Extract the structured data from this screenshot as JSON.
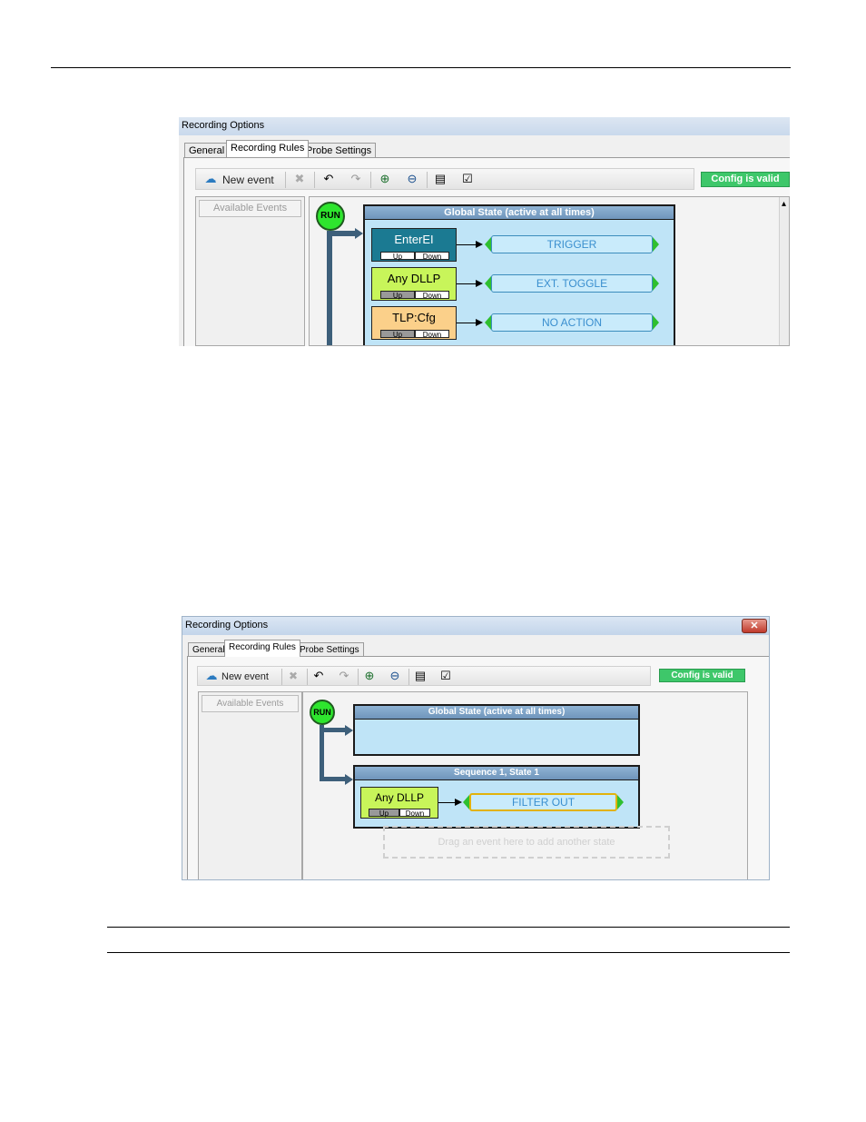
{
  "dialog1": {
    "title": "Recording Options",
    "tabs": [
      {
        "label": "General"
      },
      {
        "label": "Recording Rules"
      },
      {
        "label": "Probe Settings"
      }
    ],
    "toolbar": {
      "new_event": "New event",
      "config_status": "Config is valid",
      "colors": {
        "valid": "#3ec76a"
      }
    },
    "available_events": "Available Events",
    "run_label": "RUN",
    "global_state_title": "Global State (active at all times)",
    "rows": [
      {
        "event": "EnterEI",
        "up": "Up",
        "down": "Down",
        "color": "#1b7a92",
        "action": "TRIGGER"
      },
      {
        "event": "Any DLLP",
        "up": "Up",
        "down": "Down",
        "color": "#c8f55a",
        "action": "EXT. TOGGLE"
      },
      {
        "event": "TLP:Cfg",
        "up": "Up",
        "down": "Down",
        "color": "#fbd08a",
        "action": "NO ACTION"
      }
    ],
    "scroll_arrow": "▴"
  },
  "dialog2": {
    "title": "Recording Options",
    "close_label": "✕",
    "tabs": [
      {
        "label": "General"
      },
      {
        "label": "Recording Rules"
      },
      {
        "label": "Probe Settings"
      }
    ],
    "toolbar": {
      "new_event": "New event",
      "config_status": "Config is valid"
    },
    "available_events": "Available Events",
    "run_label": "RUN",
    "global_state_title": "Global State (active at all times)",
    "sequence_title": "Sequence 1, State 1",
    "event": {
      "name": "Any DLLP",
      "up": "Up",
      "down": "Down",
      "color": "#c8f55a"
    },
    "action": "FILTER OUT",
    "drag_hint": "Drag an event here to add another state"
  },
  "icons": {
    "new_event": "cloud-new-icon",
    "delete": "delete-icon",
    "undo": "undo-icon",
    "redo": "redo-icon",
    "zoom_in": "zoom-in-icon",
    "zoom_out": "zoom-out-icon",
    "layout": "layout-icon",
    "properties": "properties-icon"
  }
}
